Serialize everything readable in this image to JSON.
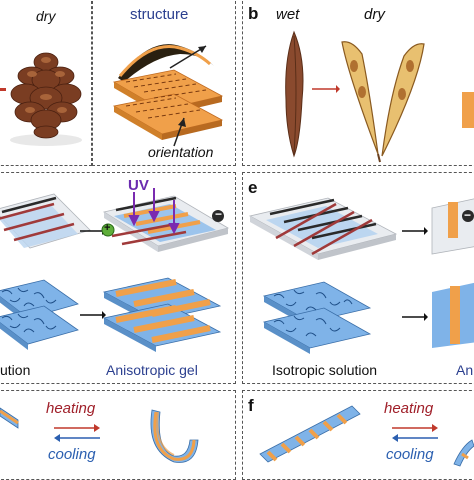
{
  "panel_a": {
    "dry": "dry",
    "structure": "structure",
    "orientation": "orientation"
  },
  "panel_b": {
    "label": "b",
    "wet": "wet",
    "dry": "dry"
  },
  "panel_d": {
    "uv": "UV",
    "isotropic_partial": "ution",
    "anisotropic_gel": "Anisotropic gel"
  },
  "panel_e": {
    "label": "e",
    "isotropic_solution": "Isotropic solution",
    "anisotropic_partial": "Ani"
  },
  "panel_g": {
    "heating": "heating",
    "cooling": "cooling"
  },
  "panel_f": {
    "label": "f",
    "heating": "heating",
    "cooling": "cooling"
  },
  "colors": {
    "orange": "#f0a04a",
    "blue": "#7fb3e8",
    "red_arrow": "#c0392b",
    "blue_arrow": "#2b5fb0",
    "dark_red_text": "#a0202a",
    "pine": "#7a3d22"
  },
  "symbols": {
    "plus": "+",
    "minus": "−"
  }
}
